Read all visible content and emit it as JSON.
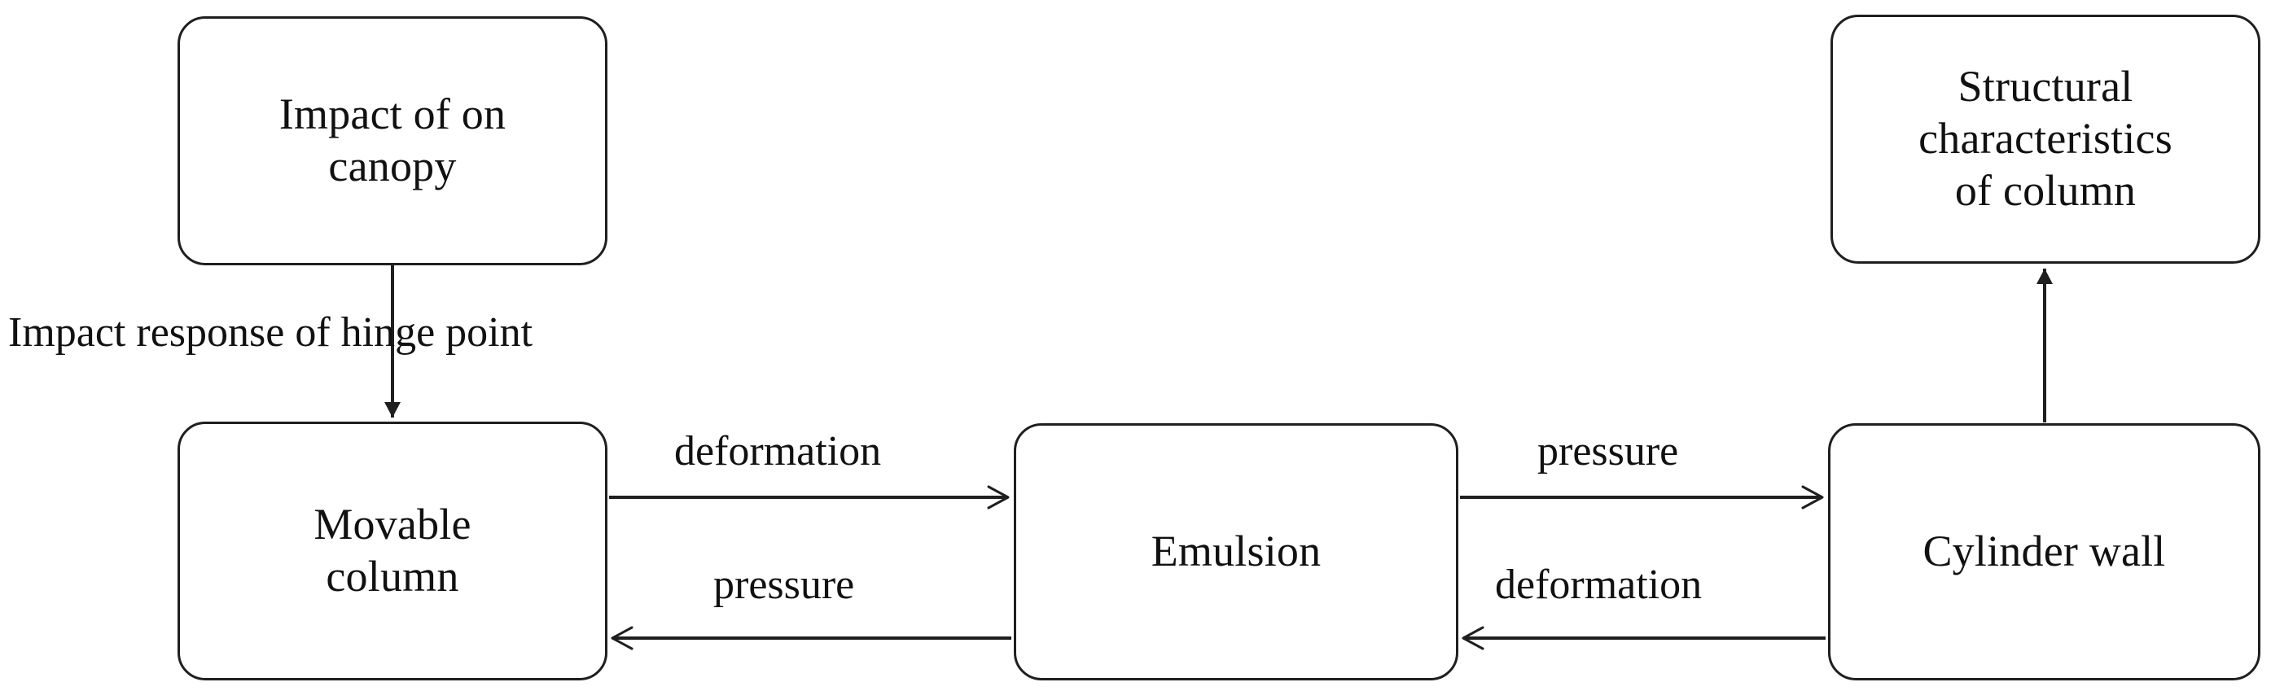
{
  "diagram": {
    "type": "flow-diagram",
    "background_color": "#ffffff",
    "stroke_color": "#1f1f1f",
    "text_color": "#111111",
    "nodes": [
      {
        "id": "impact-canopy",
        "label": "Impact of on\ncanopy"
      },
      {
        "id": "movable-column",
        "label": "Movable\ncolumn"
      },
      {
        "id": "emulsion",
        "label": "Emulsion"
      },
      {
        "id": "cylinder-wall",
        "label": "Cylinder wall"
      },
      {
        "id": "structural-char",
        "label": "Structural\ncharacteristics\nof column"
      }
    ],
    "edges": [
      {
        "id": "impact-to-movable",
        "from": "impact-canopy",
        "to": "movable-column",
        "label": "Impact response of hinge point",
        "direction": "down",
        "arrowhead": "filled"
      },
      {
        "id": "movable-to-emulsion",
        "from": "movable-column",
        "to": "emulsion",
        "label": "deformation",
        "direction": "right",
        "arrowhead": "open"
      },
      {
        "id": "emulsion-to-movable",
        "from": "emulsion",
        "to": "movable-column",
        "label": "pressure",
        "direction": "left",
        "arrowhead": "open"
      },
      {
        "id": "emulsion-to-cylinder",
        "from": "emulsion",
        "to": "cylinder-wall",
        "label": "pressure",
        "direction": "right",
        "arrowhead": "open"
      },
      {
        "id": "cylinder-to-emulsion",
        "from": "cylinder-wall",
        "to": "emulsion",
        "label": "deformation",
        "direction": "left",
        "arrowhead": "open"
      },
      {
        "id": "cylinder-to-structural",
        "from": "cylinder-wall",
        "to": "structural-char",
        "label": "",
        "direction": "up",
        "arrowhead": "filled"
      }
    ]
  }
}
